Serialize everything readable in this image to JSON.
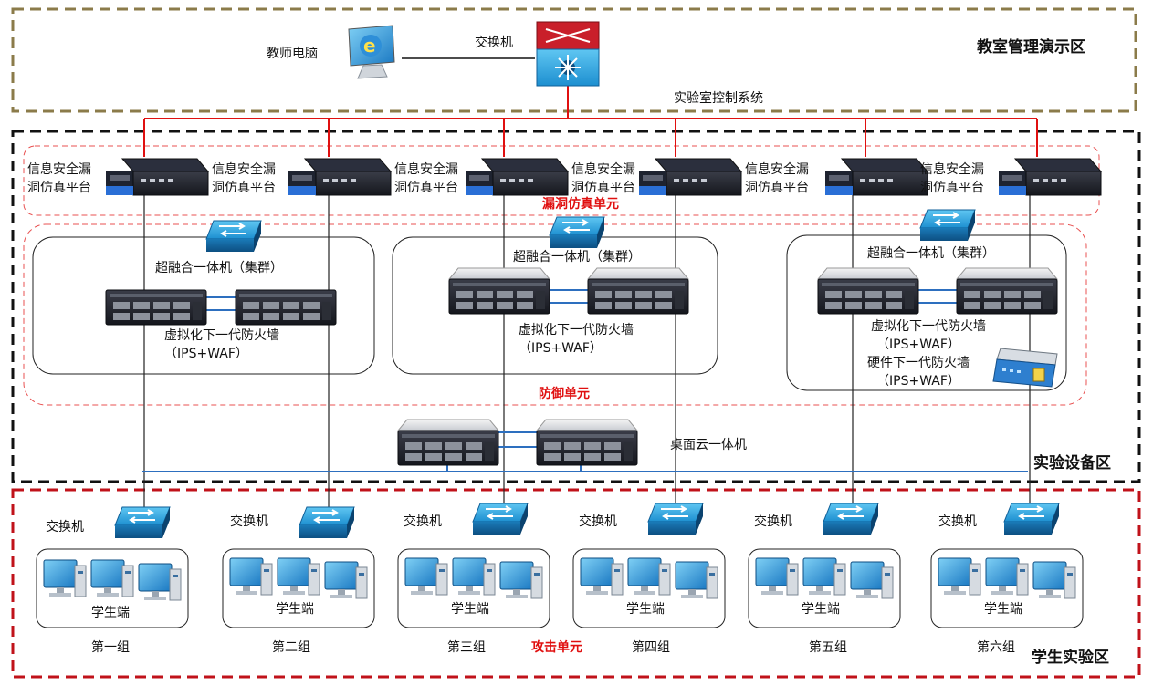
{
  "zones": {
    "classroom": "教室管理演示区",
    "equipment": "实验设备区",
    "student": "学生实验区"
  },
  "top": {
    "teacher_pc": "教师电脑",
    "switch": "交换机",
    "control_system": "实验室控制系统"
  },
  "vuln_platform_label_line1": "信息安全漏",
  "vuln_platform_label_line2": "洞仿真平台",
  "units": {
    "vuln": "漏洞仿真单元",
    "defense": "防御单元",
    "attack": "攻击单元"
  },
  "clusters": {
    "hci": "超融合一体机（集群）",
    "vfw": "虚拟化下一代防火墙",
    "ips": "（IPS+WAF）",
    "hwfw": "硬件下一代防火墙"
  },
  "desktop_cloud": "桌面云一体机",
  "group_switch": "交换机",
  "student_pc": "学生端",
  "groups": [
    "第一组",
    "第二组",
    "第三组",
    "第四组",
    "第五组",
    "第六组"
  ],
  "colors": {
    "classroom_border": "#8b7b4a",
    "equipment_border": "#111111",
    "student_border": "#c0121a",
    "red_line": "#e01010",
    "blue_line": "#2d6fbf",
    "unit_border": "#e85050"
  }
}
